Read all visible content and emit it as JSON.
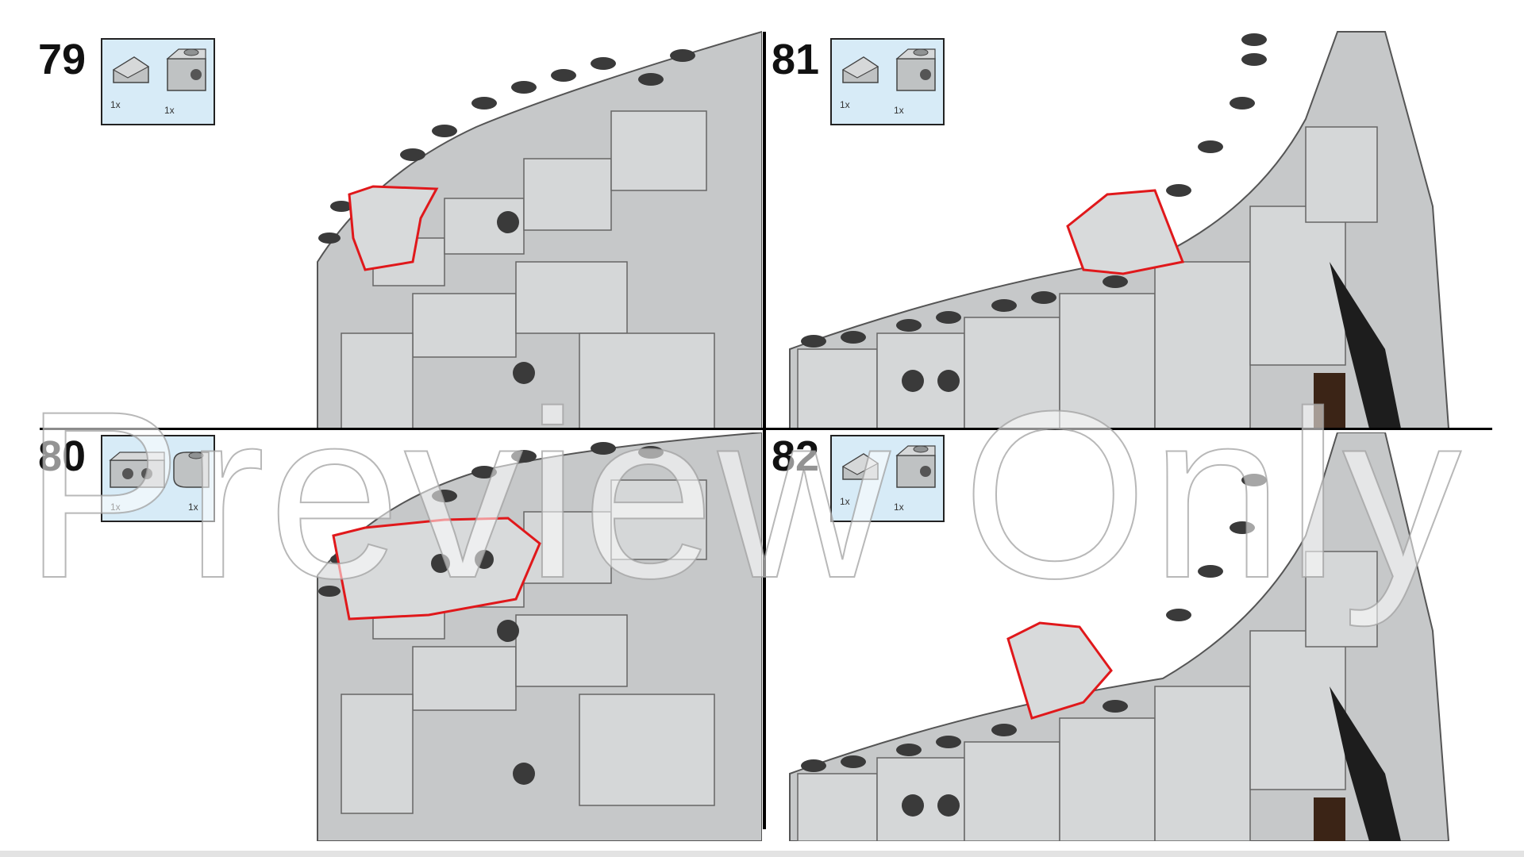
{
  "steps": [
    {
      "number": "79",
      "parts": [
        {
          "kind": "slope",
          "qty": "1x"
        },
        {
          "kind": "brick-side-stud",
          "qty": "1x"
        }
      ]
    },
    {
      "number": "80",
      "parts": [
        {
          "kind": "brick-1x2-side-studs",
          "qty": "1x"
        },
        {
          "kind": "brick-1x2-round",
          "qty": "1x"
        }
      ]
    },
    {
      "number": "81",
      "parts": [
        {
          "kind": "slope",
          "qty": "1x"
        },
        {
          "kind": "brick-side-stud",
          "qty": "1x"
        }
      ]
    },
    {
      "number": "82",
      "parts": [
        {
          "kind": "slope",
          "qty": "1x"
        },
        {
          "kind": "brick-side-stud",
          "qty": "1x"
        }
      ]
    }
  ],
  "watermark": "Preview Only",
  "colors": {
    "parts_box_bg": "#d7ebf7",
    "brick_gray": "#c6c8c9",
    "brick_dark": "#3a3a3a",
    "highlight": "#e0181b",
    "dark_brown": "#3b2416"
  }
}
